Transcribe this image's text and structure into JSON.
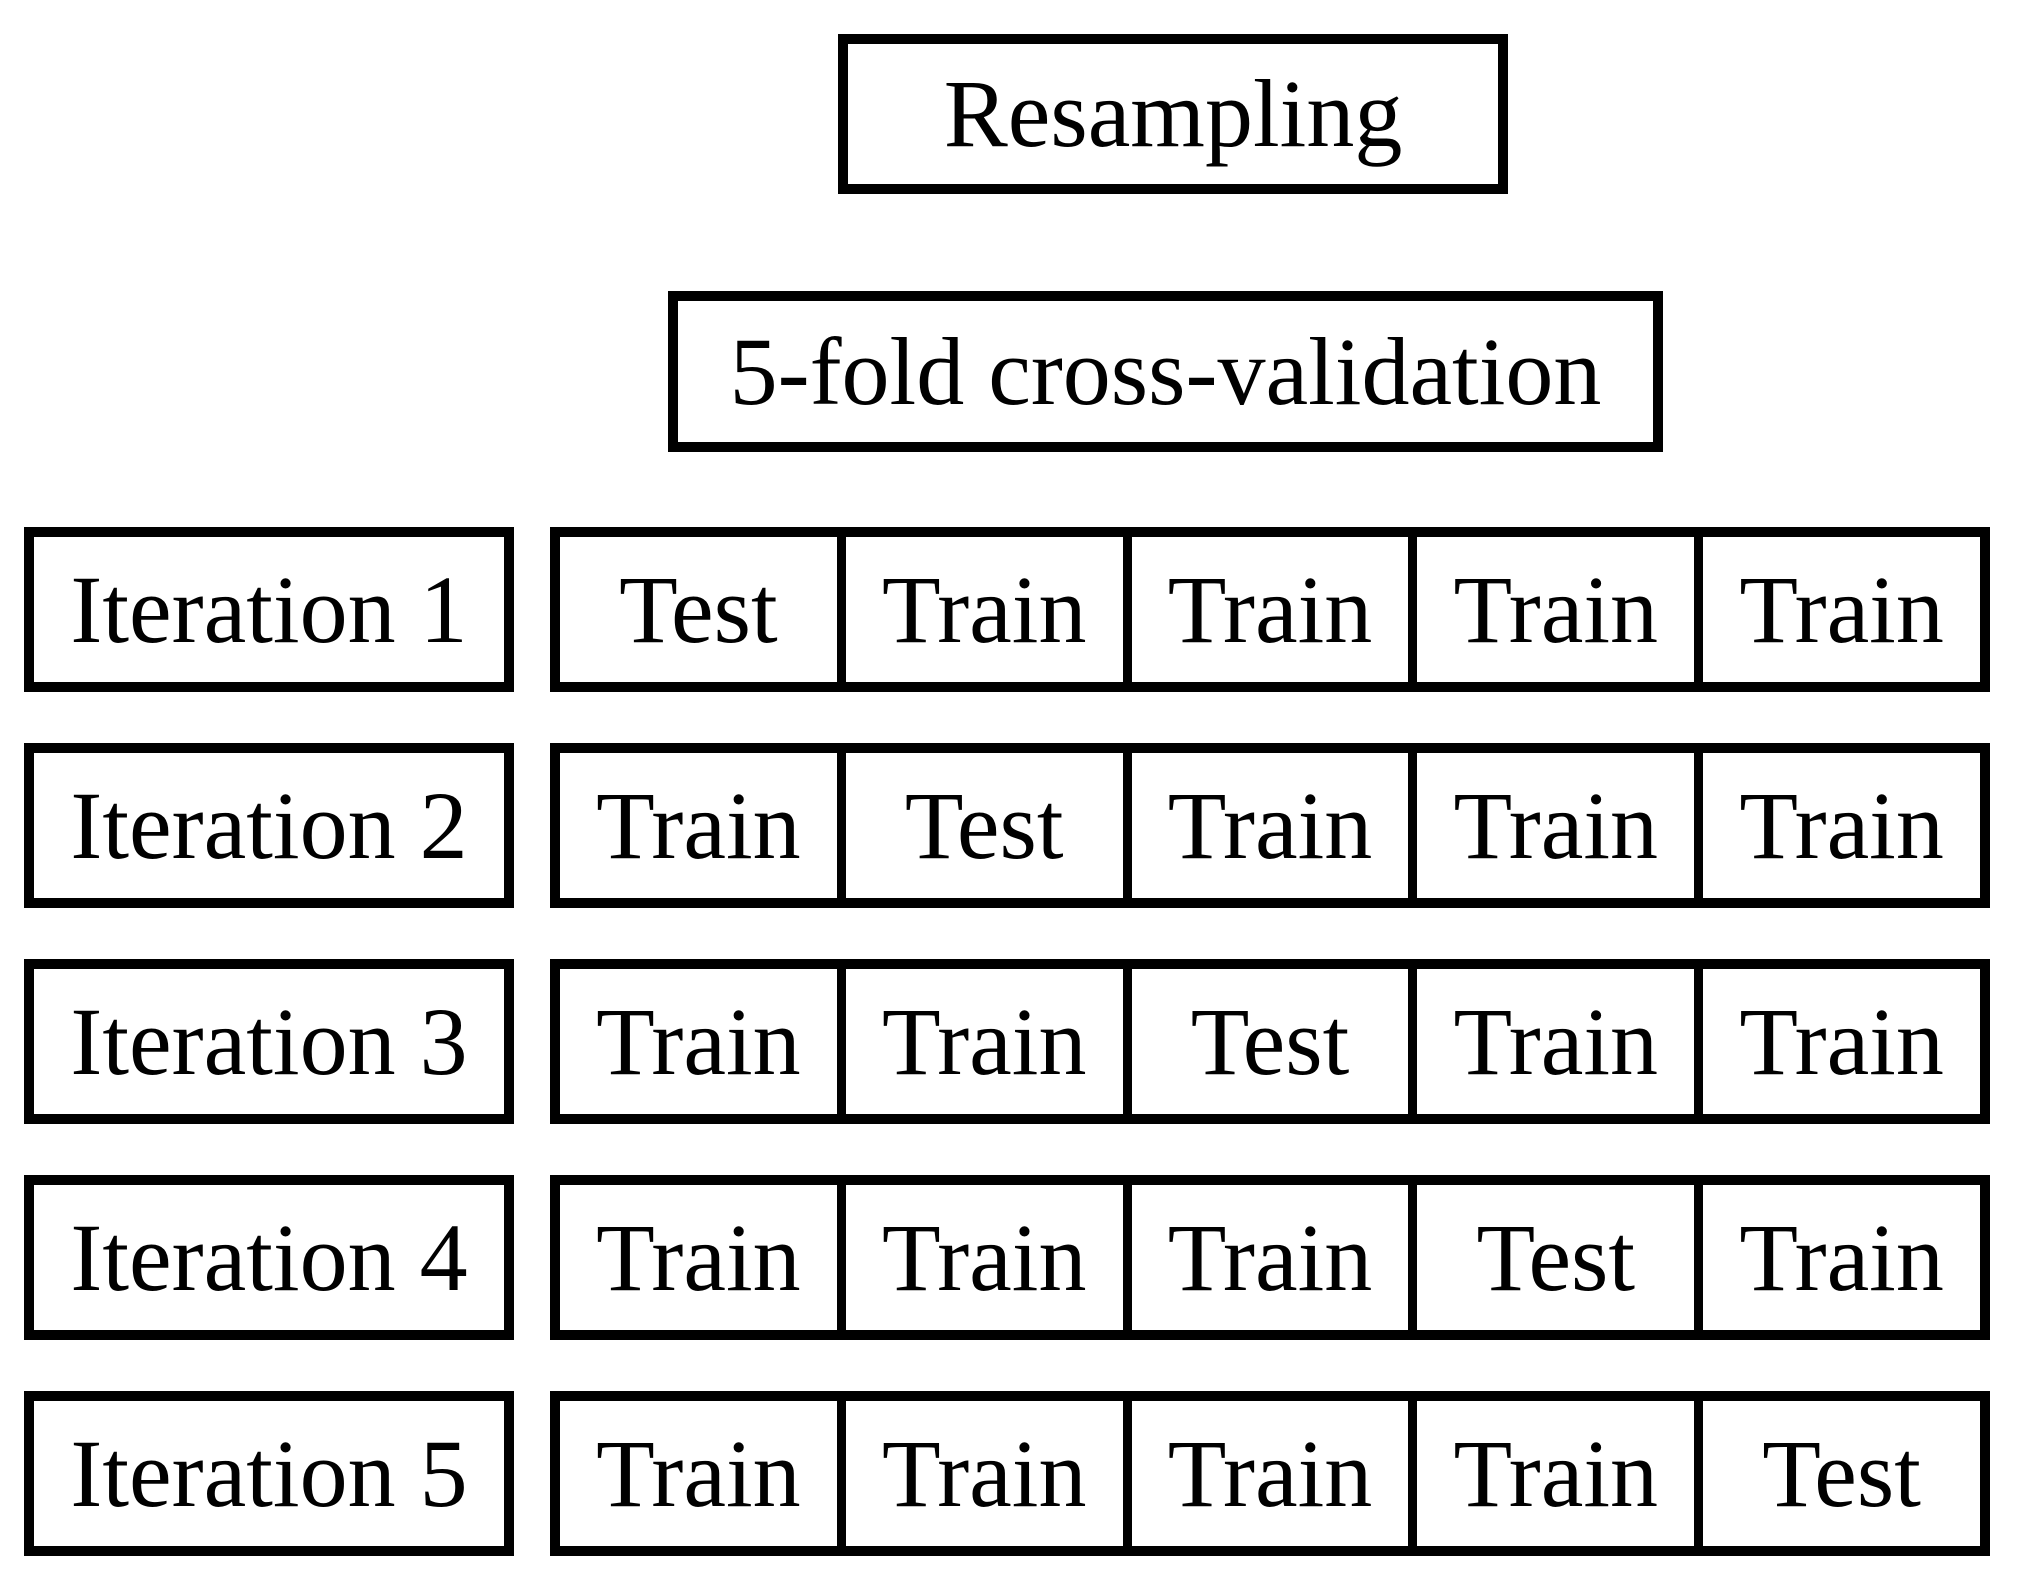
{
  "header": {
    "title": "Resampling",
    "subtitle": "5-fold cross-validation"
  },
  "rows": [
    {
      "label": "Iteration 1",
      "cells": [
        "Test",
        "Train",
        "Train",
        "Train",
        "Train"
      ]
    },
    {
      "label": "Iteration 2",
      "cells": [
        "Train",
        "Test",
        "Train",
        "Train",
        "Train"
      ]
    },
    {
      "label": "Iteration 3",
      "cells": [
        "Train",
        "Train",
        "Test",
        "Train",
        "Train"
      ]
    },
    {
      "label": "Iteration 4",
      "cells": [
        "Train",
        "Train",
        "Train",
        "Test",
        "Train"
      ]
    },
    {
      "label": "Iteration 5",
      "cells": [
        "Train",
        "Train",
        "Train",
        "Train",
        "Test"
      ]
    }
  ],
  "colors": {
    "border": "#000000",
    "background": "#ffffff",
    "text": "#000000"
  }
}
